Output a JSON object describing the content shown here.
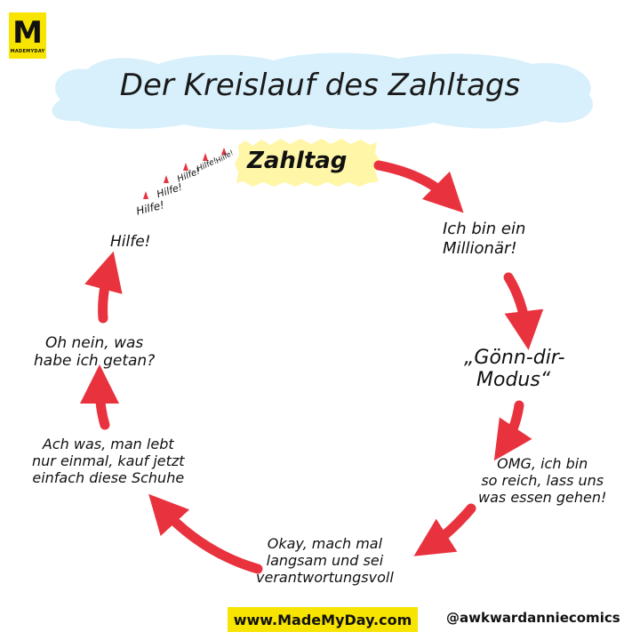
{
  "brand": {
    "logo_letter": "M",
    "logo_sub": "MADEMYDAY"
  },
  "title": "Der Kreislauf des Zahltags",
  "cycle": {
    "start": "Zahltag",
    "steps": [
      {
        "line1": "Ich bin ein",
        "line2": "Millionär!"
      },
      {
        "line1": "„Gönn-dir-",
        "line2": "Modus“"
      },
      {
        "line1": "OMG, ich bin",
        "line2": "so reich, lass uns",
        "line3": "was essen gehen!"
      },
      {
        "line1": "Okay, mach mal",
        "line2": "langsam und sei",
        "line3": "verantwortungsvoll"
      },
      {
        "line1": "Ach was, man lebt",
        "line2": "nur einmal, kauf jetzt",
        "line3": "einfach diese Schuhe"
      },
      {
        "line1": "Oh nein, was",
        "line2": "habe ich getan?"
      },
      {
        "line1": "Hilfe!"
      }
    ],
    "help_trail": [
      "Hilfe!",
      "Hilfe!",
      "Hilfe!",
      "Hilfe!",
      "Hilfe!"
    ]
  },
  "footer": {
    "url": "www.MadeMyDay.com",
    "credit": "@awkwardanniecomics"
  },
  "colors": {
    "arrow": "#e8333f",
    "highlight": "#fff6a8",
    "cloud": "#d8f0fb",
    "brand_yellow": "#f7e400"
  }
}
